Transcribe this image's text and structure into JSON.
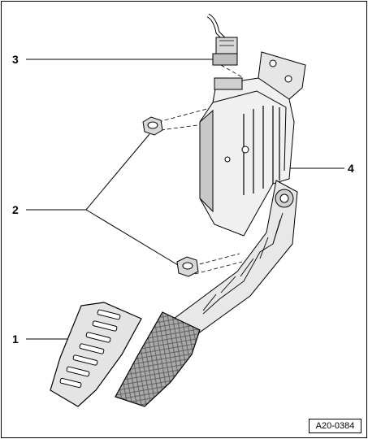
{
  "figure": {
    "reference_code": "A20-0384",
    "callouts": [
      {
        "number": "1",
        "part": "pedal-pad-cover"
      },
      {
        "number": "2",
        "part": "mounting-nuts"
      },
      {
        "number": "3",
        "part": "wiring-connector"
      },
      {
        "number": "4",
        "part": "accelerator-pedal-module"
      }
    ]
  }
}
